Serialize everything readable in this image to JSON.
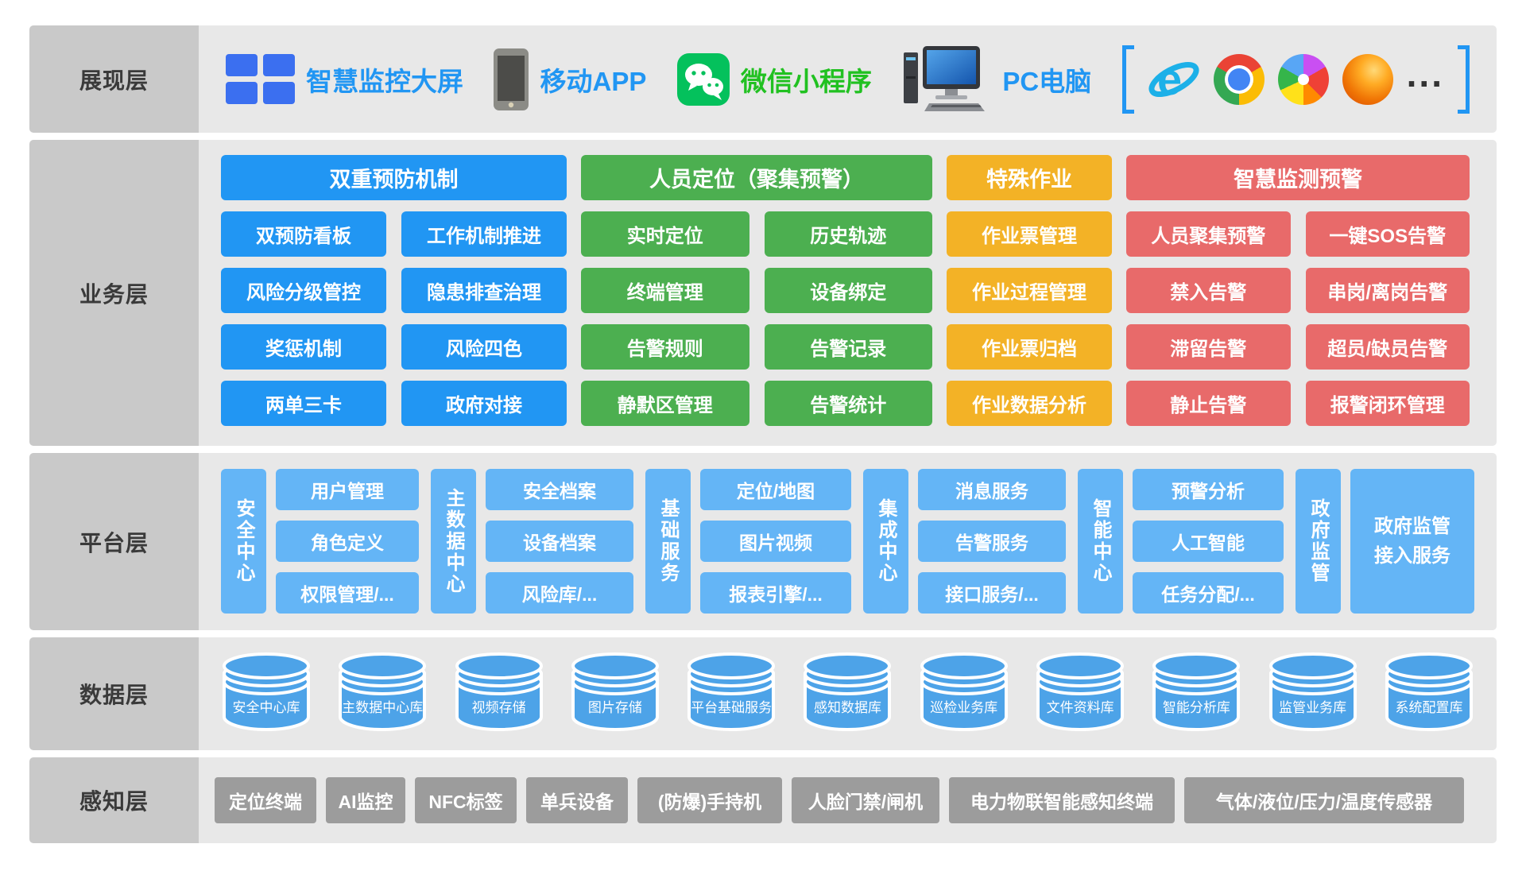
{
  "colors": {
    "blue": "#2196f3",
    "green": "#4caf50",
    "yellow": "#f3b226",
    "red": "#e86a6a",
    "lightblue": "#64b5f6",
    "cylblue": "#4da3e8",
    "gray_label": "#c9c9c9",
    "row_bg": "#e8e8e8",
    "perception": "#9c9c9c",
    "text_dark": "#3a3a3a",
    "brand_blue": "#2196f3",
    "wechat_green": "#21c121",
    "dash_icon": "#3b6ff0"
  },
  "layers": {
    "presentation": {
      "label": "展现层",
      "items": [
        {
          "label": "智慧监控大屏",
          "icon": "dashboard-icon"
        },
        {
          "label": "移动APP",
          "icon": "mobile-phone-icon"
        },
        {
          "label": "微信小程序",
          "icon": "wechat-icon"
        },
        {
          "label": "PC电脑",
          "icon": "desktop-computer-icon"
        }
      ],
      "browsers": [
        "ie-browser-icon",
        "chrome-browser-icon",
        "colorwheel-browser-icon",
        "firefox-browser-icon"
      ],
      "ellipsis": "..."
    },
    "business": {
      "label": "业务层",
      "groups": [
        {
          "header": "双重预防机制",
          "cells": [
            [
              "双预防看板",
              "工作机制推进"
            ],
            [
              "风险分级管控",
              "隐患排查治理"
            ],
            [
              "奖惩机制",
              "风险四色"
            ],
            [
              "两单三卡",
              "政府对接"
            ]
          ]
        },
        {
          "header": "人员定位（聚集预警）",
          "cells": [
            [
              "实时定位",
              "历史轨迹"
            ],
            [
              "终端管理",
              "设备绑定"
            ],
            [
              "告警规则",
              "告警记录"
            ],
            [
              "静默区管理",
              "告警统计"
            ]
          ]
        },
        {
          "header": "特殊作业",
          "cells": [
            [
              "作业票管理"
            ],
            [
              "作业过程管理"
            ],
            [
              "作业票归档"
            ],
            [
              "作业数据分析"
            ]
          ]
        },
        {
          "header": "智慧监测预警",
          "cells": [
            [
              "人员聚集预警",
              "一键SOS告警"
            ],
            [
              "禁入告警",
              "串岗/离岗告警"
            ],
            [
              "滞留告警",
              "超员/缺员告警"
            ],
            [
              "静止告警",
              "报警闭环管理"
            ]
          ]
        }
      ]
    },
    "platform": {
      "label": "平台层",
      "groups": [
        {
          "tab": "安全中心",
          "items": [
            "用户管理",
            "角色定义",
            "权限管理/..."
          ]
        },
        {
          "tab": "主数据中心",
          "items": [
            "安全档案",
            "设备档案",
            "风险库/..."
          ]
        },
        {
          "tab": "基础服务",
          "items": [
            "定位/地图",
            "图片视频",
            "报表引擎/..."
          ]
        },
        {
          "tab": "集成中心",
          "items": [
            "消息服务",
            "告警服务",
            "接口服务/..."
          ]
        },
        {
          "tab": "智能中心",
          "items": [
            "预警分析",
            "人工智能",
            "任务分配/..."
          ]
        },
        {
          "tab": "政府监管",
          "big_line1": "政府监管",
          "big_line2": "接入服务"
        }
      ]
    },
    "data": {
      "label": "数据层",
      "items": [
        "安全中心库",
        "主数据中心库",
        "视频存储",
        "图片存储",
        "平台基础服务",
        "感知数据库",
        "巡检业务库",
        "文件资料库",
        "智能分析库",
        "监管业务库",
        "系统配置库"
      ]
    },
    "perception": {
      "label": "感知层",
      "items": [
        "定位终端",
        "AI监控",
        "NFC标签",
        "单兵设备",
        "(防爆)手持机",
        "人脸门禁/闸机",
        "电力物联智能感知终端",
        "气体/液位/压力/温度传感器"
      ]
    }
  }
}
